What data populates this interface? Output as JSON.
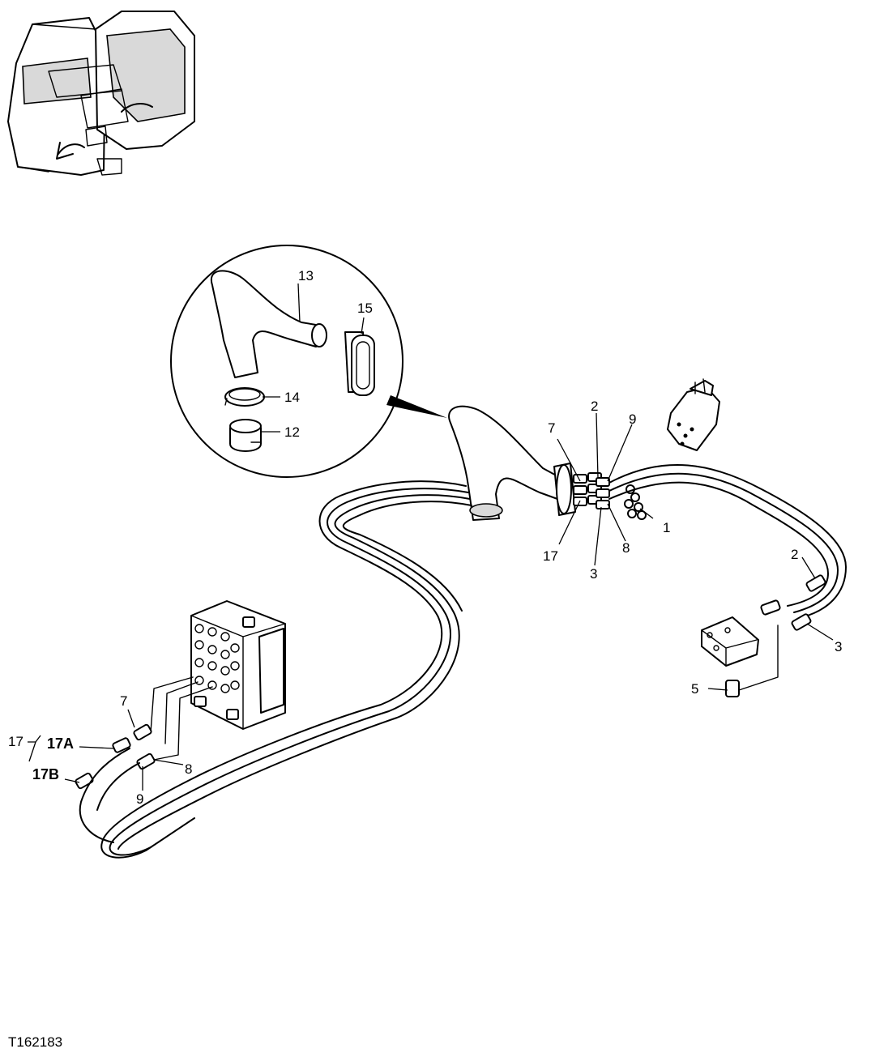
{
  "figure_id": "T162183",
  "callouts": {
    "detail_13": "13",
    "detail_15": "15",
    "detail_14": "14",
    "detail_12": "12",
    "top_2": "2",
    "top_9": "9",
    "top_7": "7",
    "top_1": "1",
    "top_17": "17",
    "top_8": "8",
    "top_3": "3",
    "right_2": "2",
    "right_3": "3",
    "right_5": "5",
    "left_7": "7",
    "left_8": "8",
    "left_9": "9",
    "left_17": "17",
    "left_17a": "17A",
    "left_17b": "17B"
  }
}
